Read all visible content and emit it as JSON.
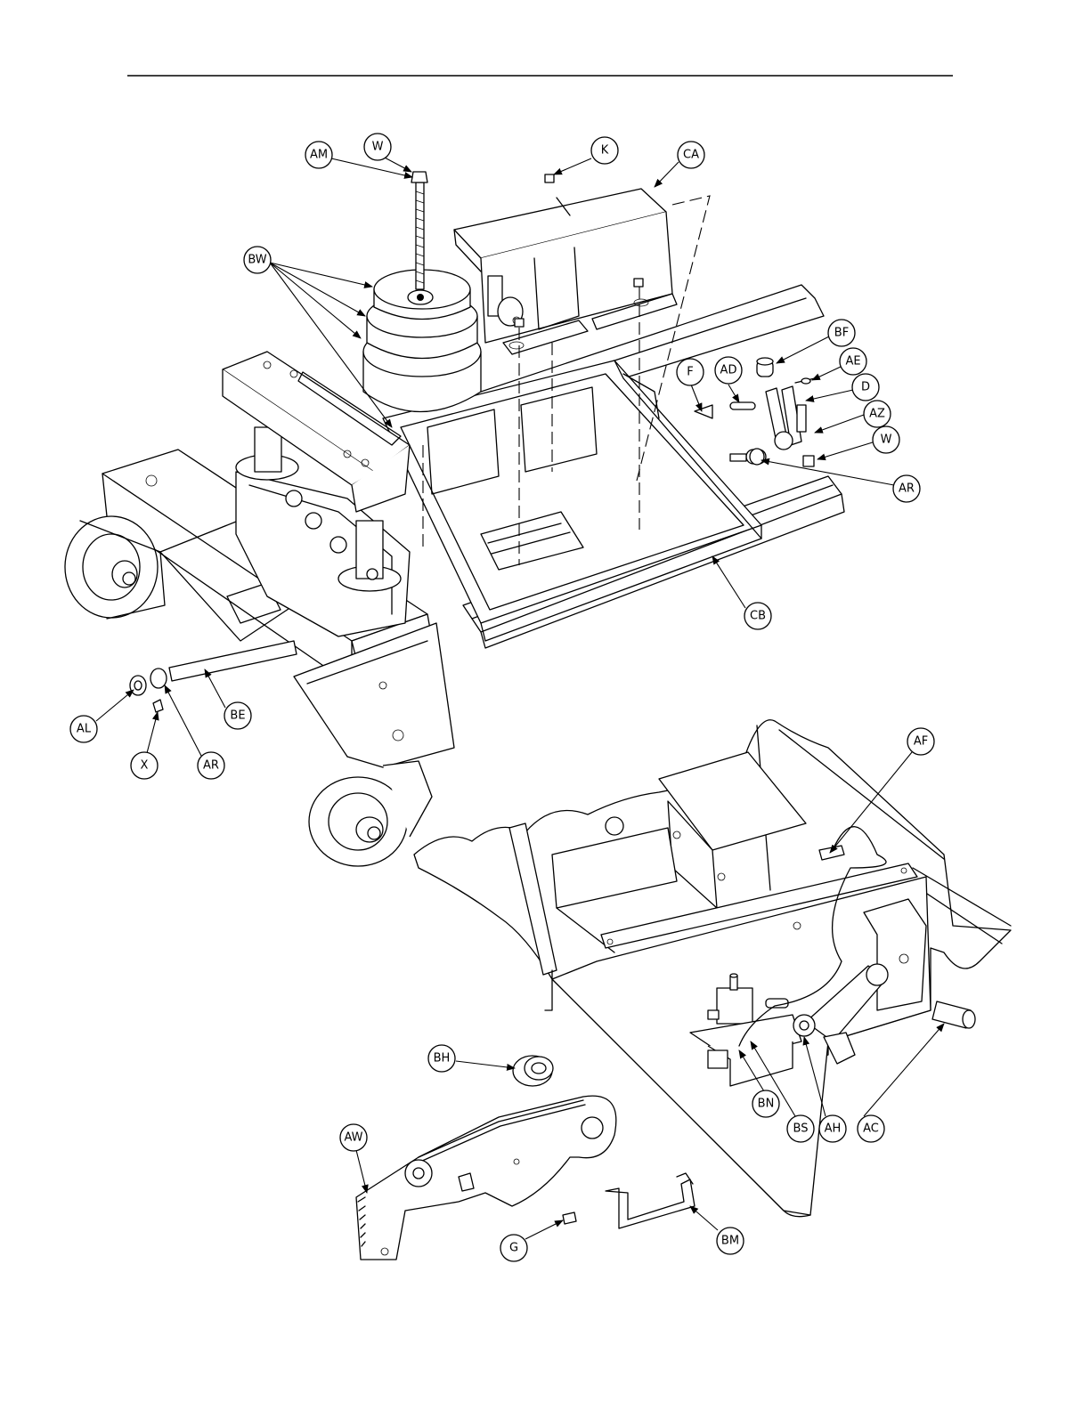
{
  "callouts": {
    "AM": "AM",
    "W": "W",
    "K": "K",
    "CA": "CA",
    "BW": "BW",
    "BF": "BF",
    "AE": "AE",
    "F": "F",
    "AD": "AD",
    "D": "D",
    "AZ": "AZ",
    "W2": "W",
    "AR": "AR",
    "CB": "CB",
    "AL": "AL",
    "BE": "BE",
    "AR2": "AR",
    "X": "X",
    "AF": "AF",
    "BH": "BH",
    "AW": "AW",
    "BN": "BN",
    "BS": "BS",
    "AH": "AH",
    "AC": "AC",
    "G": "G",
    "BM": "BM"
  }
}
